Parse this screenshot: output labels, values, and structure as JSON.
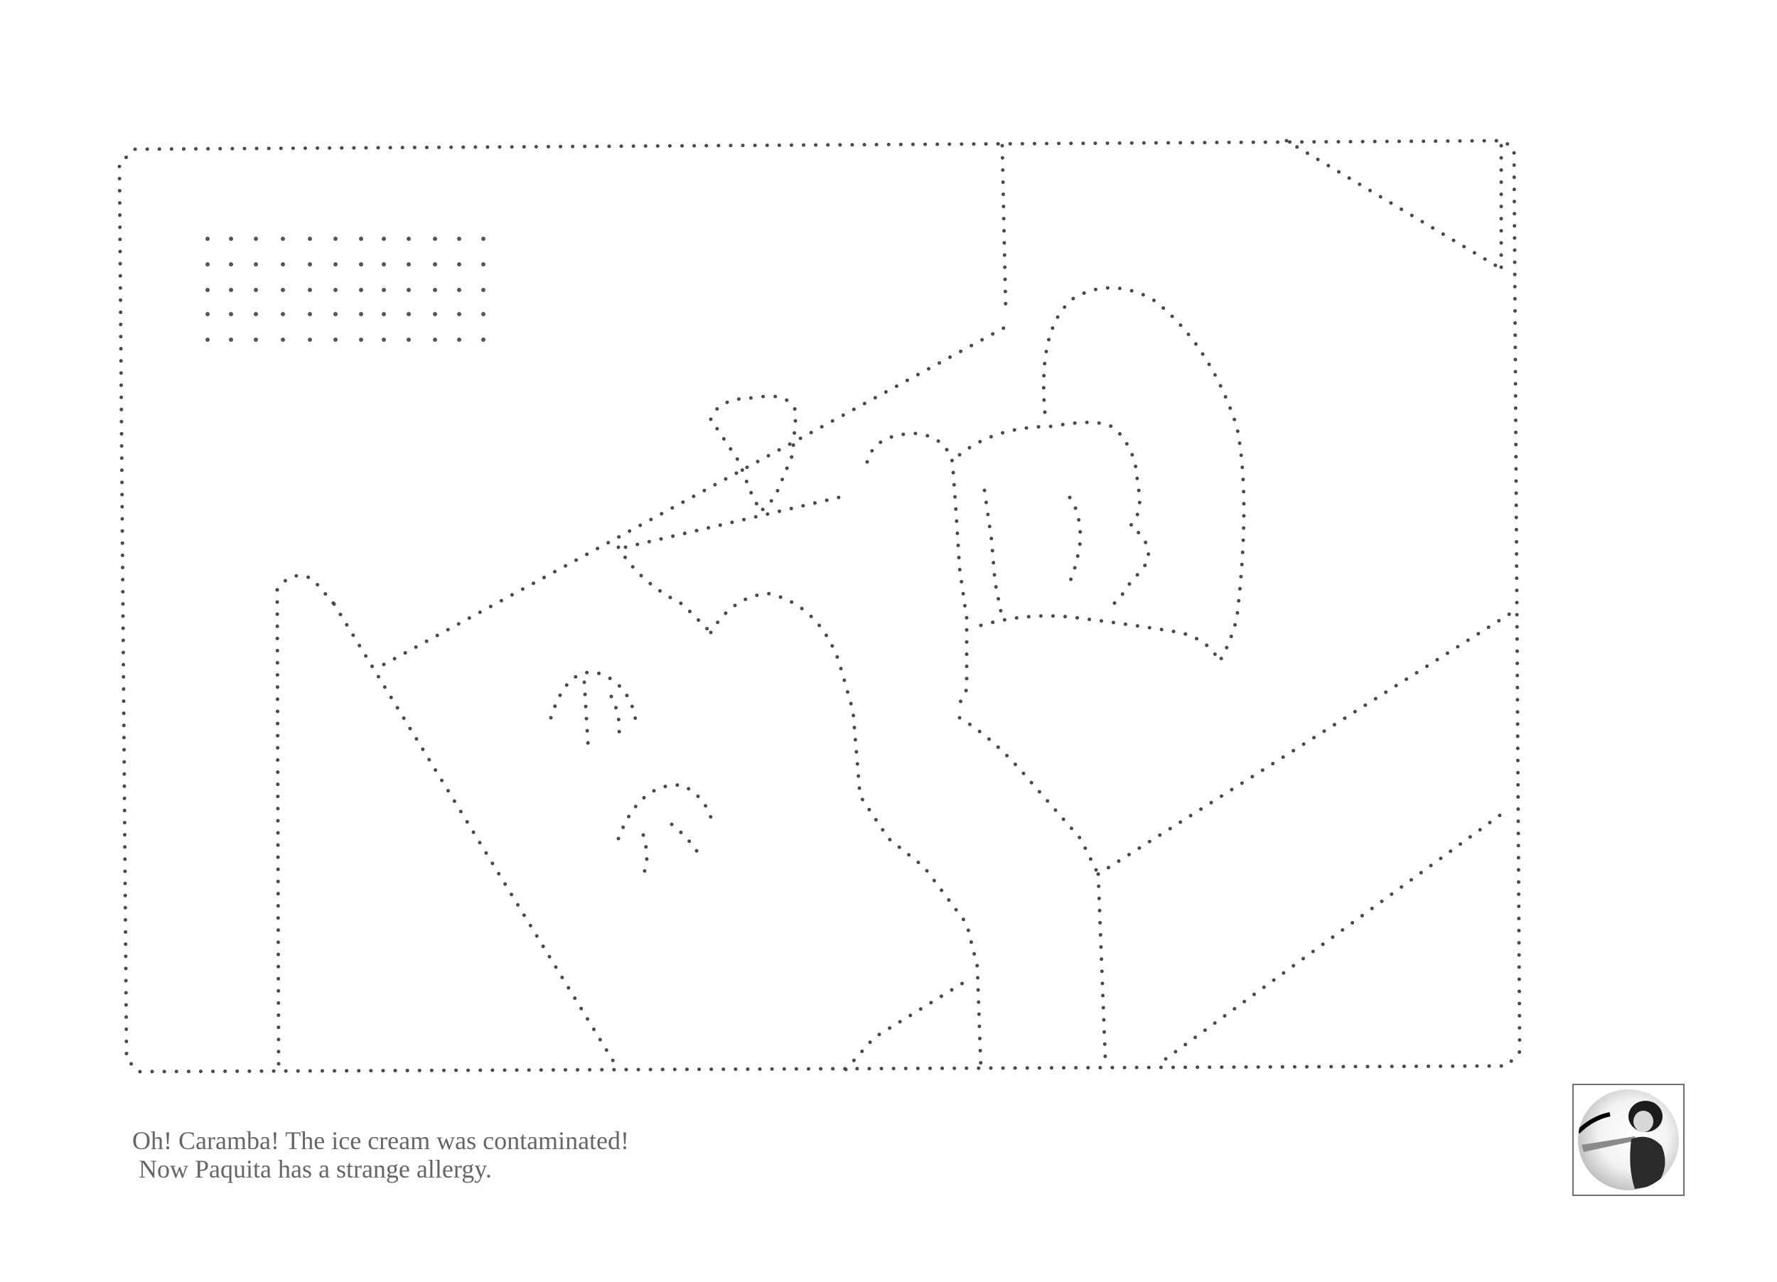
{
  "caption": {
    "line1": "Oh! Caramba! The ice cream was contaminated!",
    "line2": " Now Paquita has a strange allergy."
  },
  "colors": {
    "background": "#ffffff",
    "dots": "#4a4a4a",
    "caption_text": "#666666",
    "thumbnail_frame": "#6f6f6f"
  },
  "illustration": {
    "style": "pin-prick dotted line drawing",
    "thumbnail": "circular black-and-white photo of a person"
  }
}
